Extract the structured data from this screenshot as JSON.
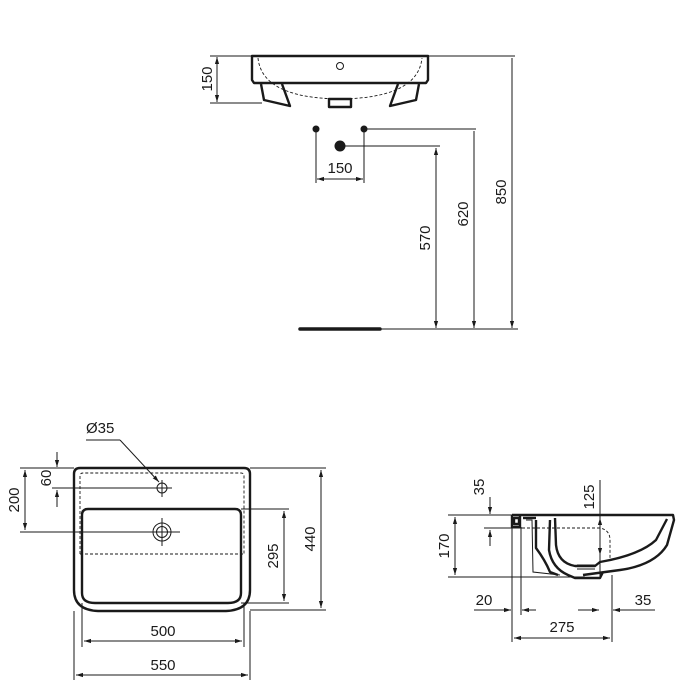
{
  "drawing": {
    "subject": "Wash basin technical drawing",
    "views": {
      "front_elevation": {
        "dimensions": {
          "basin_height": "150",
          "tap_spacing": "150",
          "waste_height": "570",
          "supply_height": "620",
          "rim_height": "850"
        }
      },
      "plan_view": {
        "dimensions": {
          "tap_hole_diameter": "Ø35",
          "tap_hole_offset": "60",
          "waste_offset": "200",
          "bowl_depth": "295",
          "overall_depth": "440",
          "bowl_width": "500",
          "overall_width": "550"
        }
      },
      "side_section": {
        "dimensions": {
          "rim_thickness": "35",
          "bowl_depth_section": "125",
          "overall_height": "170",
          "wall_gap": "20",
          "front_edge": "35",
          "waste_to_wall": "275"
        }
      }
    }
  }
}
